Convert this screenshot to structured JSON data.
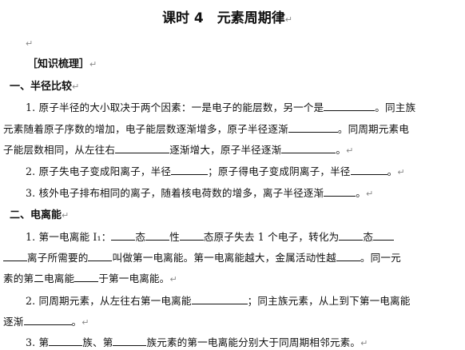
{
  "title": "课时 4　元素周期律",
  "paragraph_mark": "↵",
  "section_knowledge": "［知识梳理］",
  "h1": "一、半径比较",
  "h2": "二、电离能",
  "p1": {
    "a1": "1. 原子半径的大小取决于两个因素：一是电子的能层数，另一个是",
    "a2": "。同主族",
    "b1": "元素随着原子序数的增加，电子能层数逐渐增多，原子半径逐渐",
    "b2": "。同周期元素电",
    "c1": "子能层数相同，从左往右",
    "c2": "逐渐增大，原子半径逐渐",
    "c3": "。"
  },
  "p2": {
    "a1": "2. 原子失电子变成阳离子，半径",
    "a2": "；原子得电子变成阴离子，半径",
    "a3": "。"
  },
  "p3": {
    "a1": "3. 核外电子排布相同的离子，随着核电荷数的增多，离子半径逐渐",
    "a2": "。"
  },
  "p4": {
    "a1": "1. 第一电离能 I₁：",
    "a2": "态",
    "a3": "性",
    "a4": "态原子失去 1 个电子，转化为",
    "a5": "态",
    "b1": "离子所需要的",
    "b2": "叫做第一电离能。第一电离能越大，金属活动性越",
    "b3": "。同一元",
    "c1": "素的第二电离能",
    "c2": "于第一电离能。"
  },
  "p5": {
    "a1": "2. 同周期元素，从左往右第一电离能",
    "a2": "；同主族元素，从上到下第一电离能",
    "b1": "逐渐",
    "b2": "。"
  },
  "p6": {
    "a1": "3. 第",
    "a2": "族、第",
    "a3": "族元素的第一电离能分别大于同周期相邻元素。"
  }
}
